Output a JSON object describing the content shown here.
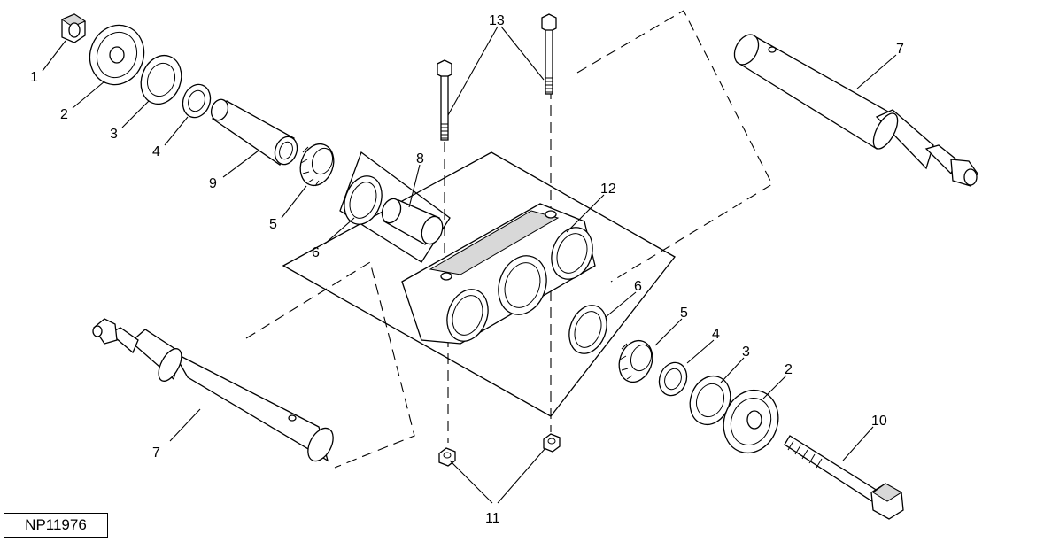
{
  "figure_id": "NP11976",
  "callouts": {
    "c1": "1",
    "c2a": "2",
    "c3a": "3",
    "c4a": "4",
    "c9": "9",
    "c5a": "5",
    "c6a": "6",
    "c8": "8",
    "c13": "13",
    "c12": "12",
    "c7a": "7",
    "c6b": "6",
    "c5b": "5",
    "c4b": "4",
    "c3b": "3",
    "c2b": "2",
    "c10": "10",
    "c7b": "7",
    "c11": "11"
  }
}
